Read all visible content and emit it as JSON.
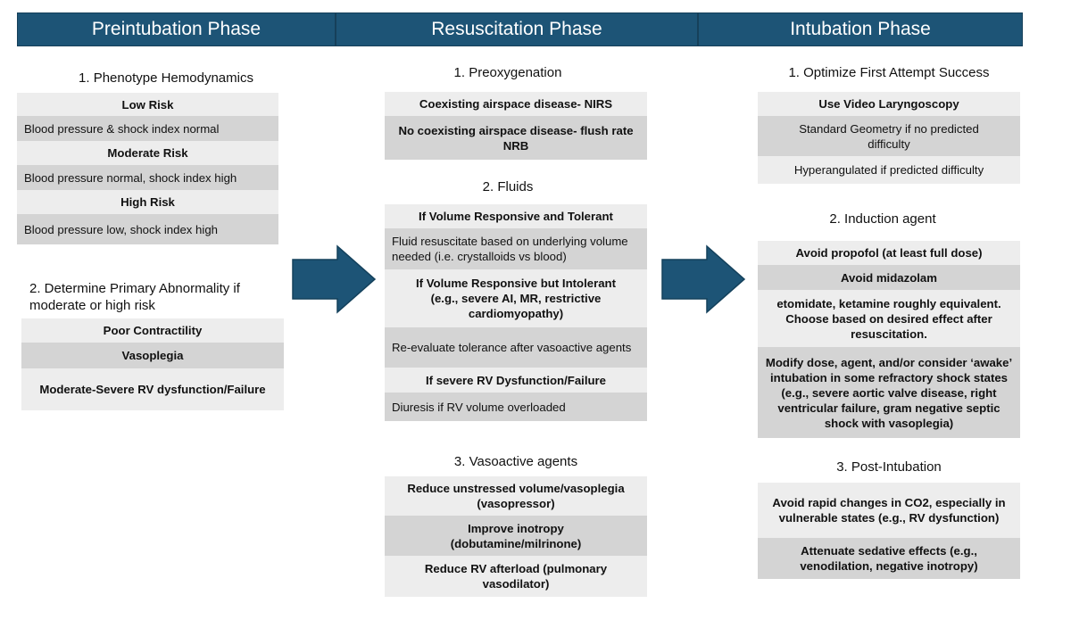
{
  "headers": {
    "pre": "Preintubation Phase",
    "resus": "Resuscitation Phase",
    "intub": "Intubation Phase"
  },
  "col1": {
    "sec1_title": "1. Phenotype Hemodynamics",
    "low_risk": "Low Risk",
    "low_desc": "Blood pressure & shock index normal",
    "mod_risk": "Moderate Risk",
    "mod_desc": "Blood pressure normal, shock index high",
    "high_risk": "High Risk",
    "high_desc": "Blood pressure low, shock index high",
    "sec2_title": "2. Determine Primary Abnormality if moderate or high risk",
    "abn1": "Poor Contractility",
    "abn2": "Vasoplegia",
    "abn3": "Moderate-Severe RV dysfunction/Failure"
  },
  "col2": {
    "sec1_title": "1. Preoxygenation",
    "pre1": "Coexisting airspace disease- NIRS",
    "pre2": "No coexisting airspace disease- flush rate NRB",
    "sec2_title": "2. Fluids",
    "f1": "If Volume Responsive and Tolerant",
    "f1_desc": "Fluid resuscitate based on underlying volume needed (i.e. crystalloids vs blood)",
    "f2": "If Volume Responsive but Intolerant (e.g., severe AI, MR, restrictive cardiomyopathy)",
    "f2_desc": "Re-evaluate tolerance after vasoactive agents",
    "f3": "If severe RV Dysfunction/Failure",
    "f3_desc": "Diuresis if RV volume overloaded",
    "sec3_title": "3. Vasoactive agents",
    "v1": "Reduce unstressed volume/vasoplegia (vasopressor)",
    "v2": "Improve inotropy (dobutamine/milrinone)",
    "v3": "Reduce RV afterload (pulmonary vasodilator)"
  },
  "col3": {
    "sec1_title": "1. Optimize First Attempt Success",
    "o1": "Use Video Laryngoscopy",
    "o2": "Standard Geometry if no predicted difficulty",
    "o3": "Hyperangulated if predicted difficulty",
    "sec2_title": "2. Induction agent",
    "i1": "Avoid propofol (at least full dose)",
    "i2": "Avoid midazolam",
    "i3": "etomidate, ketamine roughly equivalent. Choose based on desired effect after resuscitation.",
    "i4": "Modify dose, agent, and/or consider ‘awake’ intubation in some refractory shock states (e.g., severe aortic valve disease, right ventricular failure, gram negative septic shock with vasoplegia)",
    "sec3_title": "3. Post-Intubation",
    "p1": "Avoid rapid changes in CO2, especially in vulnerable states (e.g., RV dysfunction)",
    "p2": "Attenuate sedative effects (e.g., venodilation, negative inotropy)"
  },
  "colors": {
    "header_bg": "#1d5476",
    "arrow": "#1d5476",
    "row_light": "#ededed",
    "row_mid": "#d4d4d4"
  }
}
